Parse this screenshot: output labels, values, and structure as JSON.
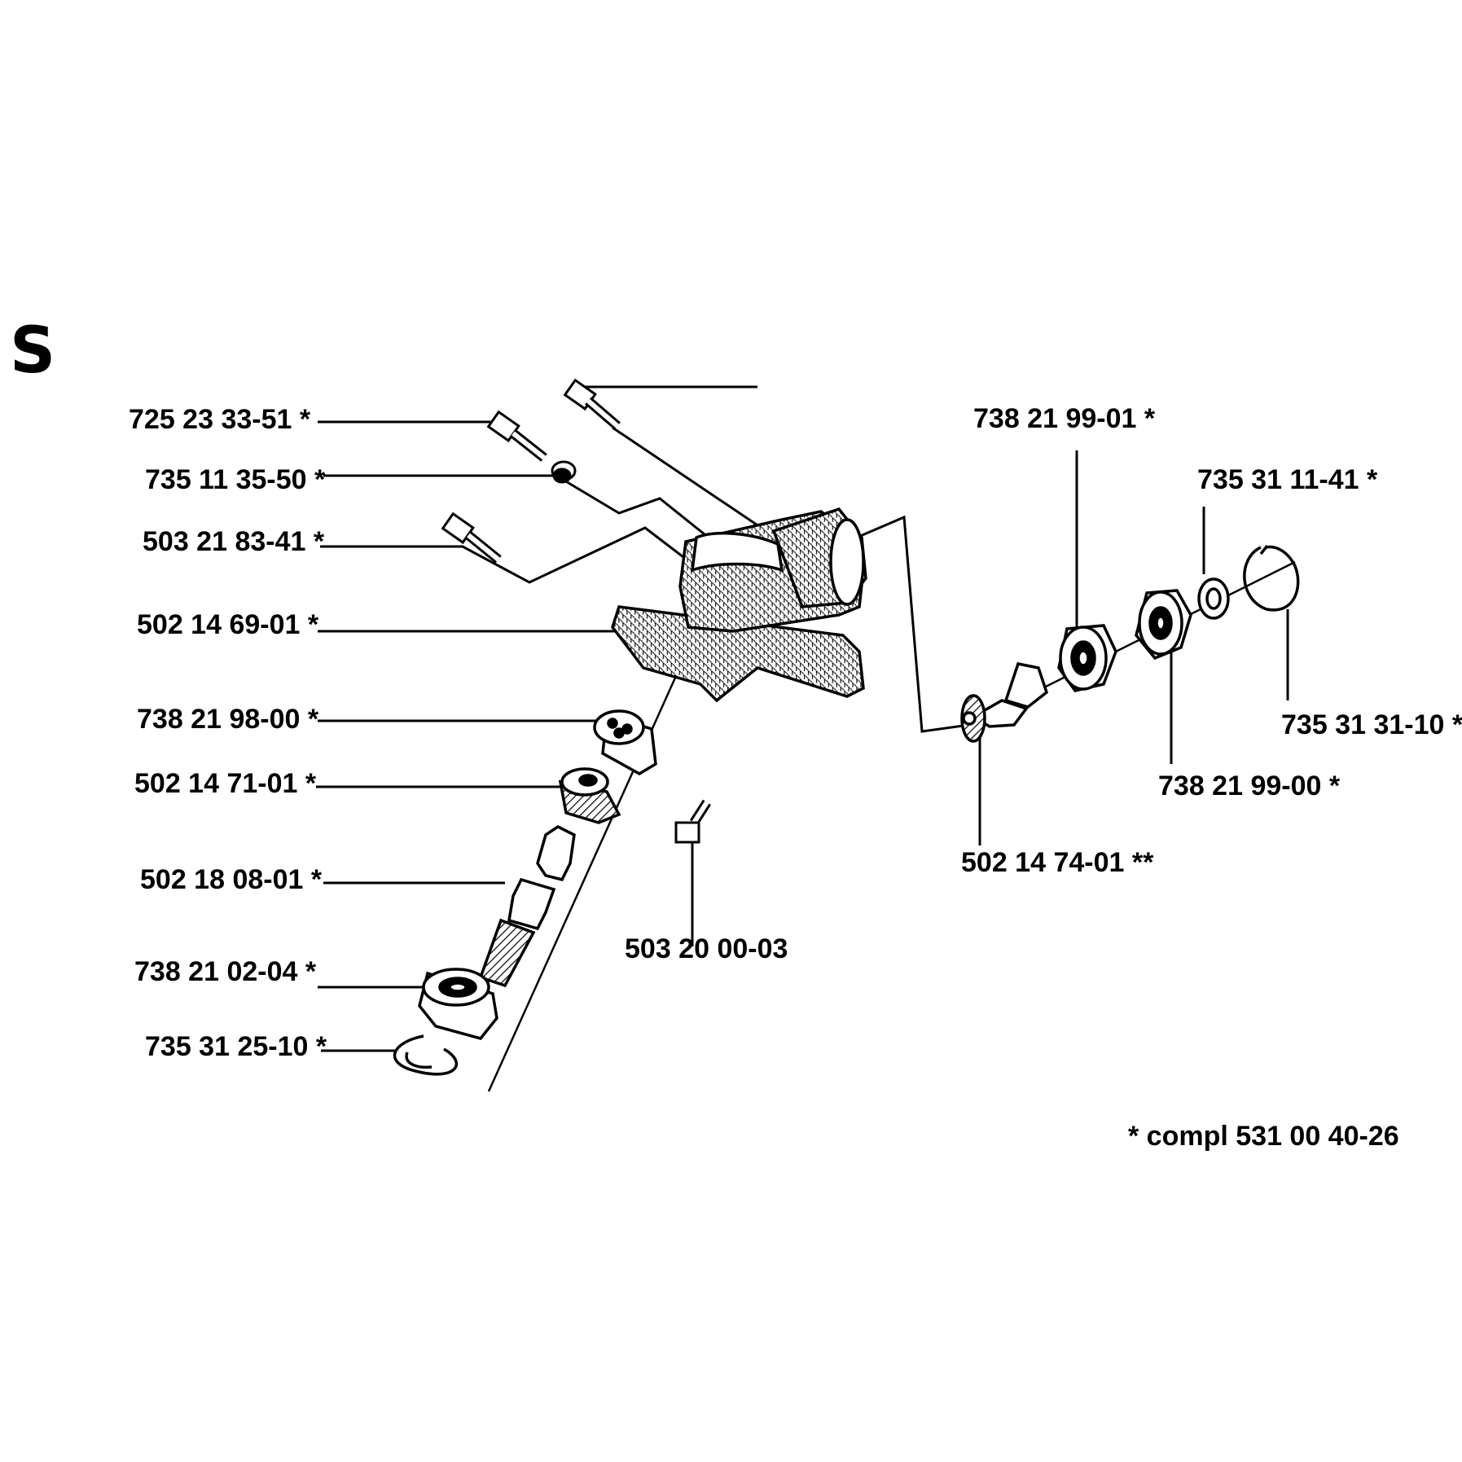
{
  "section_letter": "S",
  "part_labels": {
    "p725_23_33_51": "725 23 33-51  *",
    "p735_11_35_50": "735 11 35-50  *",
    "p503_21_83_41": "503 21 83-41  *",
    "p502_14_69_01": "502 14 69-01  *",
    "p738_21_98_00": "738 21 98-00  *",
    "p502_14_71_01": "502 14 71-01  *",
    "p502_18_08_01": "502 18 08-01  *",
    "p738_21_02_04": "738 21 02-04  *",
    "p735_31_25_10": "735 31 25-10  *",
    "p503_20_00_03": "503 20 00-03",
    "p738_21_99_01": "738 21 99-01  *",
    "p735_31_11_41": "735 31 11-41  *",
    "p735_31_31_10": "735 31 31-10  *",
    "p738_21_99_00": "738 21 99-00  *",
    "p502_14_74_01": "502 14 74-01  **"
  },
  "footnote": "*  compl 531 00 40-26",
  "colors": {
    "ink": "#000000",
    "paper": "#ffffff"
  }
}
